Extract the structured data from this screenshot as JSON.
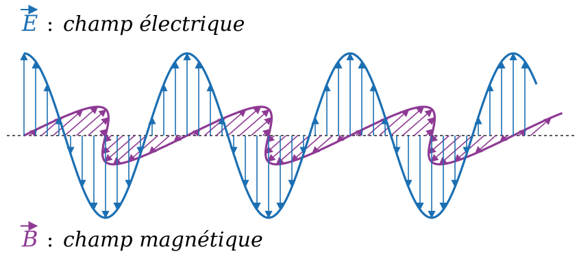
{
  "colors": {
    "electric": "#1b6fb3",
    "magnetic": "#8e3a94",
    "axis": "#222222",
    "text": "#000000"
  },
  "labels": {
    "electric_symbol": "E",
    "electric_colon": ":",
    "electric_text": "champ électrique",
    "magnetic_symbol": "B",
    "magnetic_colon": ":",
    "magnetic_text": "champ magnétique"
  },
  "wave": {
    "cycles": 3.15,
    "electric_vectors_per_half_cycle": 7,
    "magnetic_vectors_per_half_cycle": 7
  }
}
